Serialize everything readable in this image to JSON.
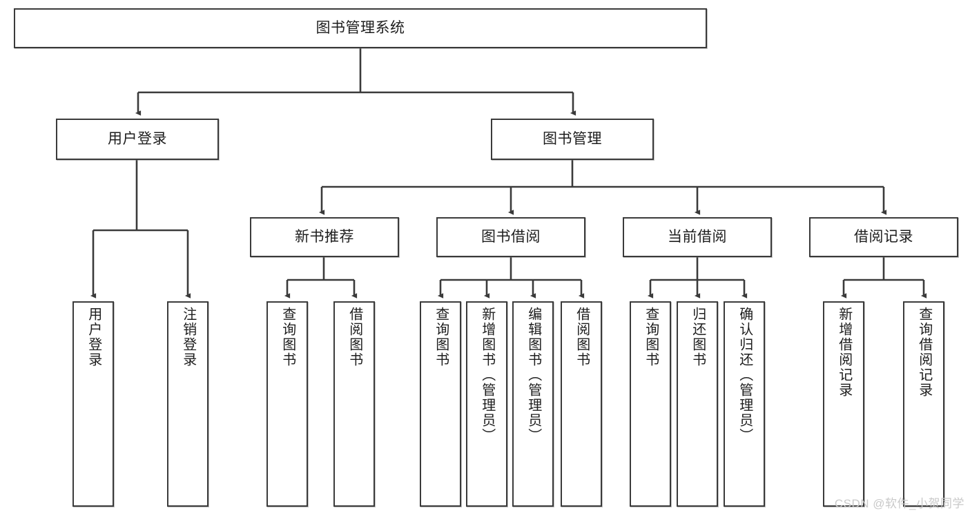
{
  "diagram": {
    "type": "tree-hierarchy-chart",
    "title": "图书管理系统",
    "line_color": "#3a3a3a",
    "box_fill": "#ffffff",
    "text_color": "#1d1d1d",
    "watermark": "CSDN @软件_小贺同学",
    "nodes": {
      "root": {
        "label": "图书管理系统"
      },
      "level1": [
        {
          "label": "用户登录"
        },
        {
          "label": "图书管理"
        }
      ],
      "level2": [
        {
          "label": "新书推荐"
        },
        {
          "label": "图书借阅"
        },
        {
          "label": "当前借阅"
        },
        {
          "label": "借阅记录"
        }
      ],
      "leaves": {
        "user_login": [
          {
            "label": "用户登录"
          },
          {
            "label": "注销登录"
          }
        ],
        "new_book_recommend": [
          {
            "label": "查询图书"
          },
          {
            "label": "借阅图书"
          }
        ],
        "book_borrow": [
          {
            "label": "查询图书"
          },
          {
            "label": "新增图书（管理员）"
          },
          {
            "label": "编辑图书（管理员）"
          },
          {
            "label": "借阅图书"
          }
        ],
        "current_borrow": [
          {
            "label": "查询图书"
          },
          {
            "label": "归还图书"
          },
          {
            "label": "确认归还（管理员）"
          }
        ],
        "borrow_record": [
          {
            "label": "新增借阅记录"
          },
          {
            "label": "查询借阅记录"
          }
        ]
      }
    }
  }
}
